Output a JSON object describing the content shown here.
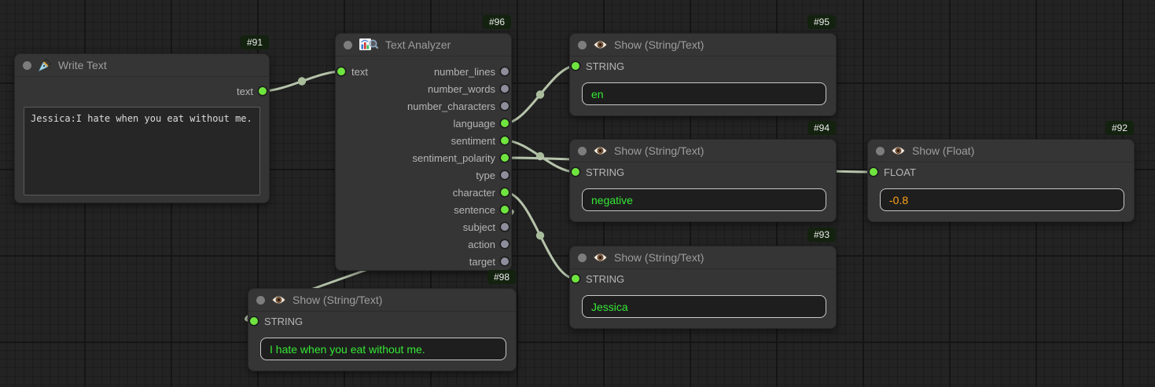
{
  "palette": {
    "edge_color": "#b6c4ab",
    "port_connected": "#6fe43f",
    "port_disconnected": "#8d8d9c",
    "string_value_color": "#35e835",
    "float_value_color": "#ffa21a",
    "node_background": "#353535",
    "badge_background": "#13210f"
  },
  "nodes": {
    "write_text": {
      "id": "#91",
      "title": "Write Text",
      "icon": "fountain-pen-icon",
      "outputs": [
        {
          "name": "text",
          "connected": true
        }
      ],
      "text_value": "Jessica:I hate when you eat without me."
    },
    "text_analyzer": {
      "id": "#96",
      "title": "Text Analyzer",
      "icon": "bar-chart-magnifier-icon",
      "inputs": [
        {
          "name": "text",
          "connected": true
        }
      ],
      "outputs": [
        {
          "name": "number_lines",
          "connected": false
        },
        {
          "name": "number_words",
          "connected": false
        },
        {
          "name": "number_characters",
          "connected": false
        },
        {
          "name": "language",
          "connected": true
        },
        {
          "name": "sentiment",
          "connected": true
        },
        {
          "name": "sentiment_polarity",
          "connected": true
        },
        {
          "name": "type",
          "connected": false
        },
        {
          "name": "character",
          "connected": true
        },
        {
          "name": "sentence",
          "connected": true
        },
        {
          "name": "subject",
          "connected": false
        },
        {
          "name": "action",
          "connected": false
        },
        {
          "name": "target",
          "connected": false
        }
      ]
    },
    "show_95": {
      "id": "#95",
      "title": "Show (String/Text)",
      "icon": "eye-icon",
      "inputs": [
        {
          "name": "STRING",
          "connected": true
        }
      ],
      "value": "en",
      "value_type": "string"
    },
    "show_94": {
      "id": "#94",
      "title": "Show (String/Text)",
      "icon": "eye-icon",
      "inputs": [
        {
          "name": "STRING",
          "connected": true
        }
      ],
      "value": "negative",
      "value_type": "string"
    },
    "show_92": {
      "id": "#92",
      "title": "Show (Float)",
      "icon": "eye-icon",
      "inputs": [
        {
          "name": "FLOAT",
          "connected": true
        }
      ],
      "value": "-0.8",
      "value_type": "float"
    },
    "show_93": {
      "id": "#93",
      "title": "Show (String/Text)",
      "icon": "eye-icon",
      "inputs": [
        {
          "name": "STRING",
          "connected": true
        }
      ],
      "value": "Jessica",
      "value_type": "string"
    },
    "show_98": {
      "id": "#98",
      "title": "Show (String/Text)",
      "icon": "eye-icon",
      "inputs": [
        {
          "name": "STRING",
          "connected": true
        }
      ],
      "value": "I hate when you eat without me.",
      "value_type": "string"
    }
  },
  "edges": [
    {
      "from": "write_text.text",
      "to": "text_analyzer.text"
    },
    {
      "from": "text_analyzer.language",
      "to": "show_95.STRING"
    },
    {
      "from": "text_analyzer.sentiment",
      "to": "show_94.STRING"
    },
    {
      "from": "text_analyzer.sentiment_polarity",
      "to": "show_92.FLOAT"
    },
    {
      "from": "text_analyzer.character",
      "to": "show_93.STRING"
    },
    {
      "from": "text_analyzer.sentence",
      "to": "show_98.STRING"
    }
  ]
}
